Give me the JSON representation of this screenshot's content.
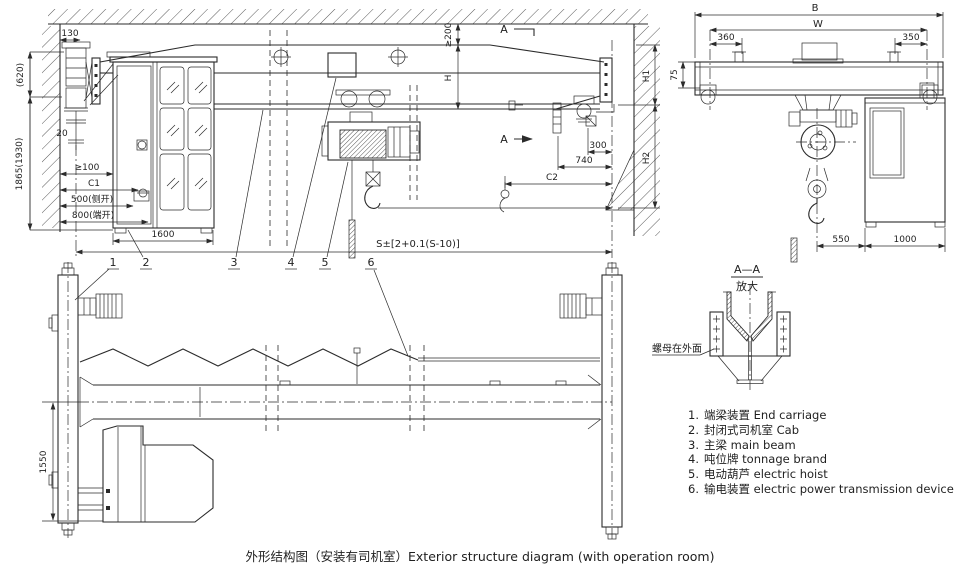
{
  "caption": "外形结构图（安装有司机室）Exterior structure diagram (with operation room)",
  "legend": {
    "items": [
      {
        "num": "1.",
        "label": "端梁装置 End carriage"
      },
      {
        "num": "2.",
        "label": "封闭式司机室 Cab"
      },
      {
        "num": "3.",
        "label": "主梁 main beam"
      },
      {
        "num": "4.",
        "label": "吨位牌 tonnage brand"
      },
      {
        "num": "5.",
        "label": "电动葫芦 electric hoist"
      },
      {
        "num": "6.",
        "label": "输电装置 electric power transmission device"
      }
    ]
  },
  "front_view": {
    "dims": {
      "rail_offset": "130",
      "top_cab_gap": "(620)",
      "cab_height": "1865(1930)",
      "rail_gap": "20",
      "wall_clearance": "≥100",
      "c1": "C1",
      "door_side": "500(侧开)",
      "door_end": "800(端开)",
      "cab_width": "1600",
      "top_clearance": "≥200",
      "h": "H",
      "hook_wall_300": "300",
      "hook_wall_740": "740",
      "c2": "C2",
      "h1": "H1",
      "h2": "H2",
      "span": "S±[2+0.1(S-10)]"
    },
    "section_marks": {
      "top": "A",
      "bottom": "A"
    }
  },
  "side_view": {
    "dims": {
      "b": "B",
      "w": "W",
      "left_360": "360",
      "right_350": "350",
      "flange_75": "75",
      "hook_cab_550": "550",
      "cab_width_1000": "1000"
    }
  },
  "section_aa": {
    "label": "A—A",
    "sub_label": "放大",
    "note": "螺母在外面"
  },
  "plan_view": {
    "dims": {
      "cab_depth": "1550"
    },
    "callouts": [
      "1",
      "2",
      "3",
      "4",
      "5",
      "6"
    ]
  }
}
